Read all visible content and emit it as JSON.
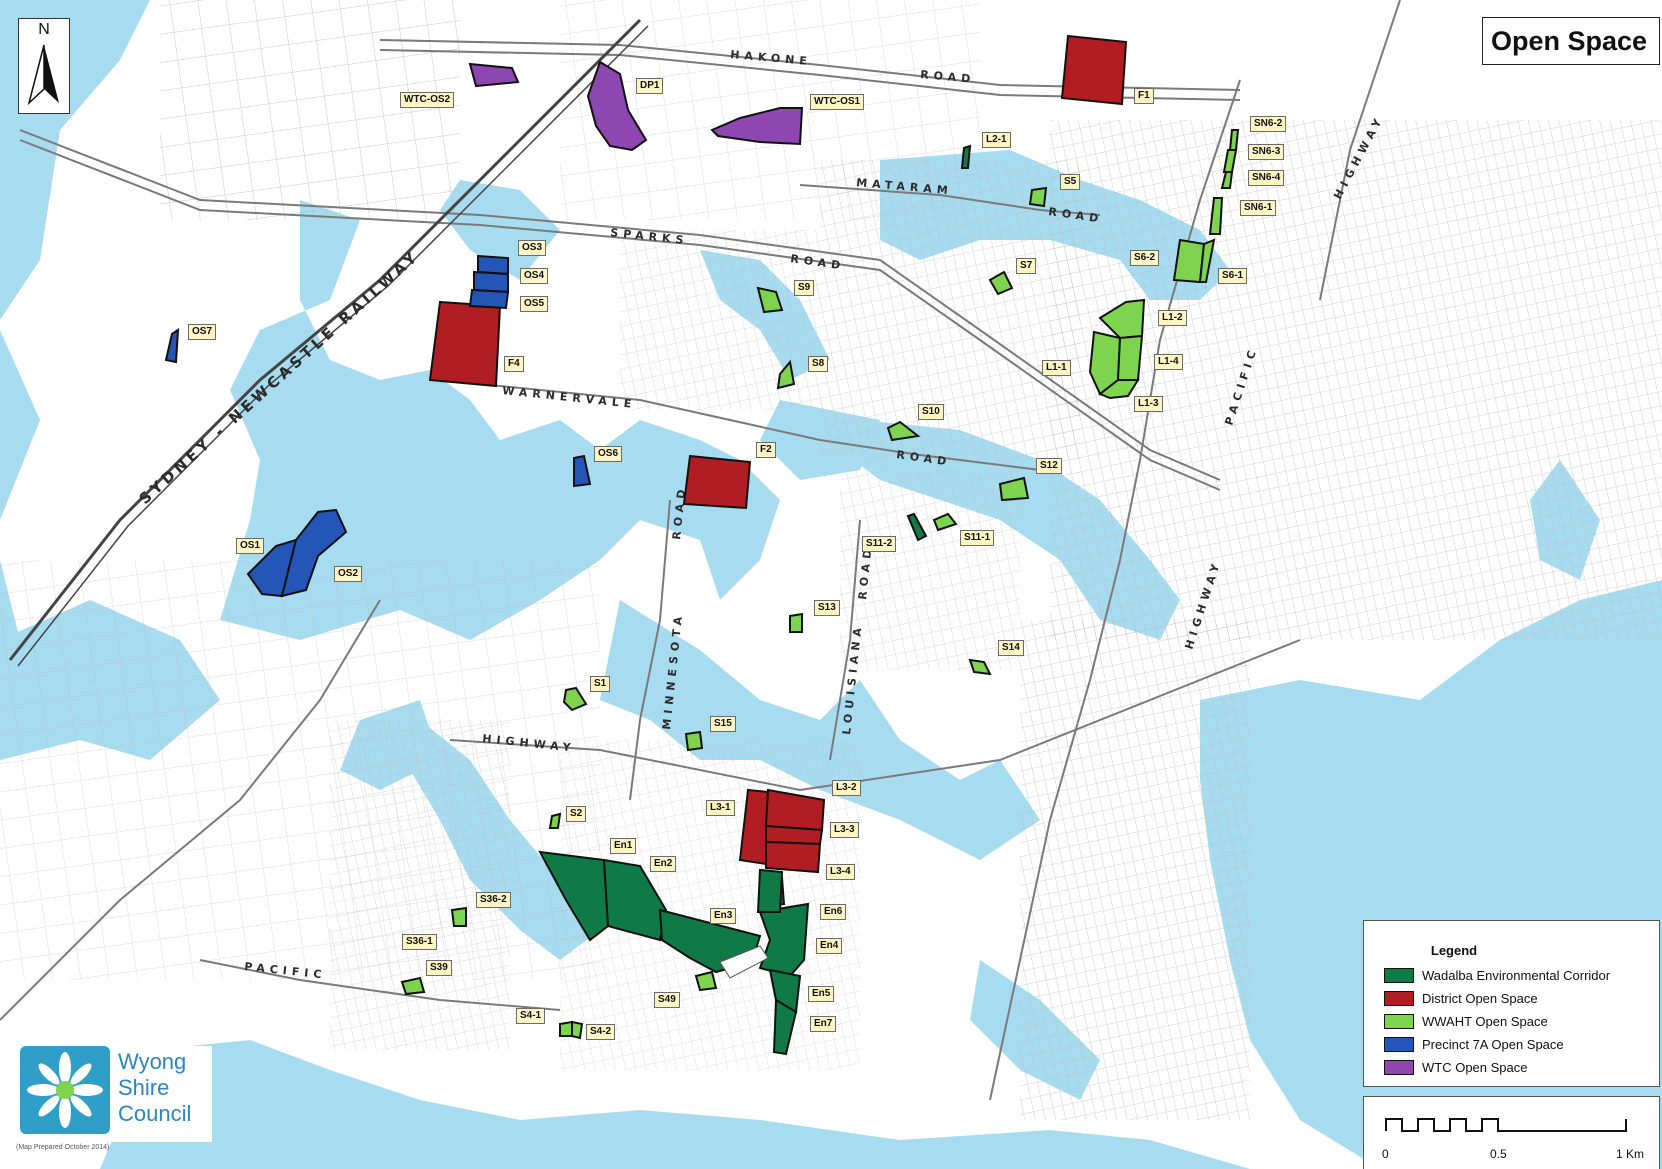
{
  "map": {
    "title": "Open Space",
    "north_letter": "N",
    "north_icon": "north-arrow-icon",
    "colors": {
      "water": "#a7dbf0",
      "land": "#ffffff",
      "cadastre": "#9b9b9b",
      "road_casing": "#7a7a7a",
      "label_fill": "#fff5c4"
    },
    "roads": [
      "HAKONE",
      "ROAD",
      "MATARAM",
      "ROAD",
      "SPARKS",
      "ROAD",
      "WARNERVALE",
      "ROAD",
      "MINNESOTA",
      "ROAD",
      "LOUISIANA",
      "ROAD",
      "HIGHWAY",
      "PACIFIC",
      "HIGHWAY",
      "PACIFIC",
      "HIGHWAY"
    ],
    "railway": "SYDNEY - NEWCASTLE RAILWAY",
    "parcels": [
      "WTC-OS2",
      "DP1",
      "WTC-OS1",
      "F1",
      "L2-1",
      "SN6-2",
      "SN6-3",
      "SN6-4",
      "SN6-1",
      "S5",
      "S6-2",
      "S6-1",
      "S7",
      "L1-2",
      "L1-1",
      "L1-4",
      "L1-3",
      "OS3",
      "OS4",
      "OS5",
      "OS7",
      "F4",
      "S9",
      "S8",
      "S10",
      "S12",
      "OS6",
      "F2",
      "S11-2",
      "S11-1",
      "OS1",
      "OS2",
      "S13",
      "S14",
      "S1",
      "S15",
      "S2",
      "L3-1",
      "L3-2",
      "L3-3",
      "L3-4",
      "En1",
      "En2",
      "En3",
      "En6",
      "En4",
      "En5",
      "En7",
      "S36-2",
      "S36-1",
      "S39",
      "S4-1",
      "S4-2",
      "S49"
    ]
  },
  "legend": {
    "title": "Legend",
    "items": [
      {
        "label": "Wadalba Environmental Corridor",
        "color": "#0f7a45"
      },
      {
        "label": "District Open Space",
        "color": "#b01e24"
      },
      {
        "label": "WWAHT Open Space",
        "color": "#7ed34f"
      },
      {
        "label": "Precinct 7A Open Space",
        "color": "#2456b8"
      },
      {
        "label": "WTC Open Space",
        "color": "#8e46b0"
      }
    ]
  },
  "scale": {
    "labels": [
      "0",
      "0.5",
      "1 Km"
    ]
  },
  "logo": {
    "lines": [
      "Wyong",
      "Shire",
      "Council"
    ],
    "icon": "flower-logo-icon"
  },
  "note": {
    "line1": "(Map Prepared October 2014)"
  }
}
